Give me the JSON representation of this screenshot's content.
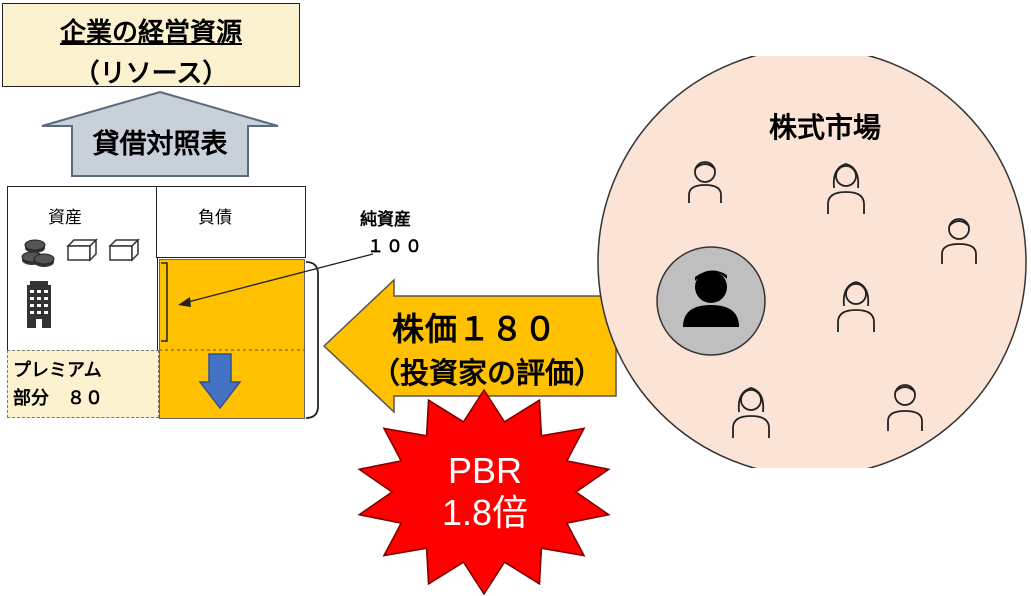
{
  "title": {
    "line1": "企業の経営資源",
    "line2": "（リソース）"
  },
  "arrow_label": "貸借対照表",
  "balance_sheet": {
    "assets_label": "資産",
    "liabilities_label": "負債",
    "premium_label_line1": "プレミアム",
    "premium_label_line2": "部分　８０"
  },
  "net_assets": {
    "label": "純資産",
    "value": "１００"
  },
  "stock_price": {
    "line1": "株価１８０",
    "line2": "（投資家の評価）"
  },
  "pbr": {
    "line1": "PBR",
    "line2": "1.8倍"
  },
  "market": {
    "label": "株式市場"
  },
  "icons": [
    "coins-icon",
    "box-icon",
    "building-icon",
    "person-icon",
    "down-arrow-icon"
  ],
  "colors": {
    "equity": "#ffc000",
    "premium": "#fdf2d0",
    "burst": "#ff0000",
    "market": "#fbe3d6",
    "arrow_up": "#c8d0da",
    "down_arrow": "#4472c4"
  }
}
